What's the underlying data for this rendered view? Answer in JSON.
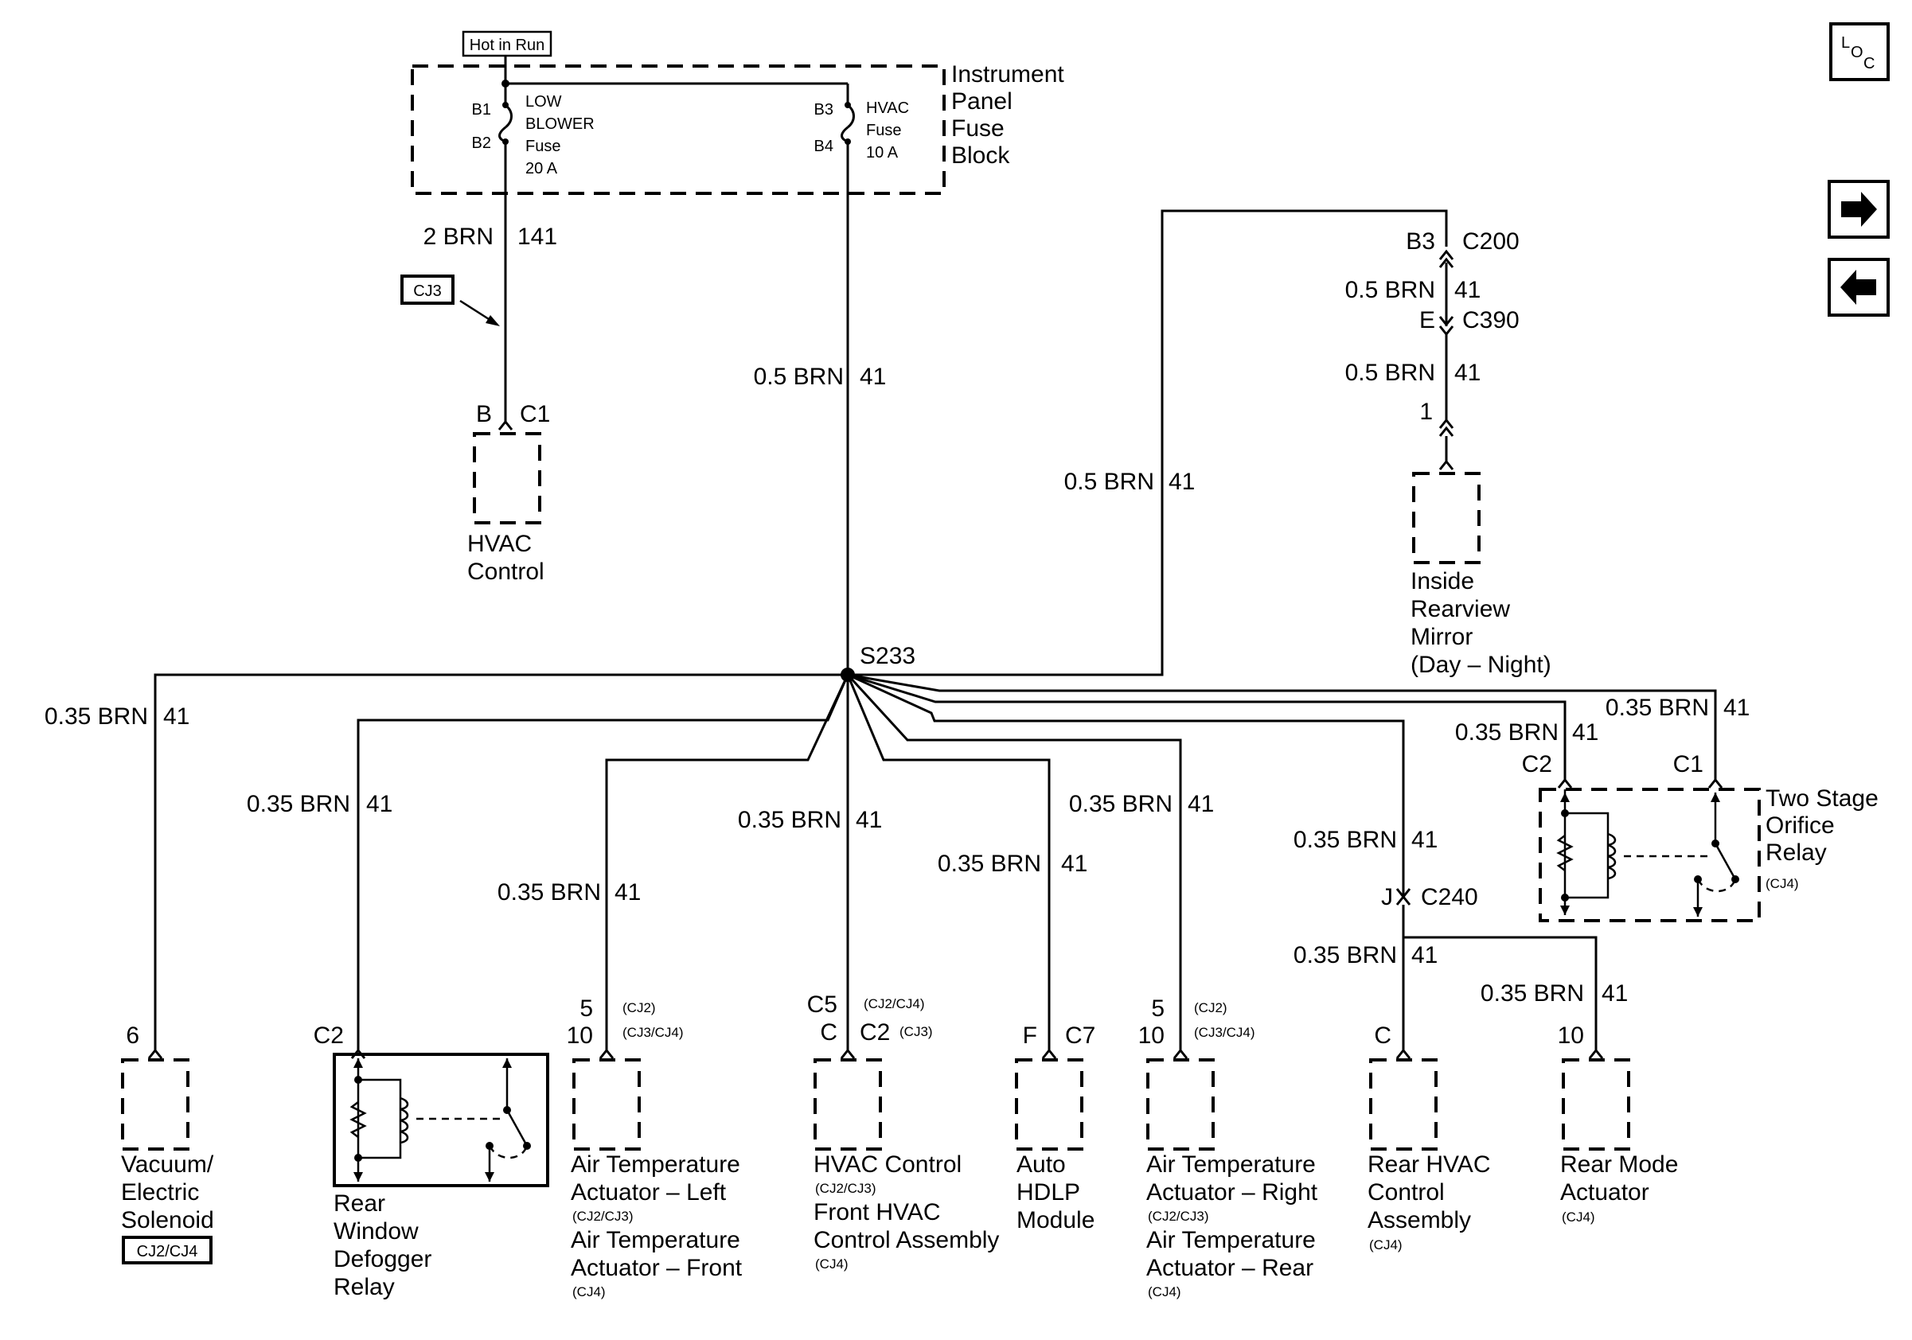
{
  "supply": {
    "hot_in_run": "Hot in Run",
    "fuse_block": [
      "Instrument",
      "Panel",
      "Fuse",
      "Block"
    ],
    "fuse_low_blower": {
      "pin_in": "B1",
      "pin_out": "B2",
      "name": [
        "LOW",
        "BLOWER",
        "Fuse",
        "20 A"
      ]
    },
    "fuse_hvac": {
      "pin_in": "B3",
      "pin_out": "B4",
      "name": [
        "HVAC",
        "Fuse",
        "10 A"
      ]
    }
  },
  "wires": {
    "w_2brn": [
      "2 BRN",
      "141"
    ],
    "w_main": [
      "0.5 BRN",
      "41"
    ],
    "w_mirror_feed": [
      "0.5 BRN",
      "41"
    ],
    "w_c200_c390": [
      "0.5 BRN",
      "41"
    ],
    "w_c390_mirror": [
      "0.5 BRN",
      "41"
    ],
    "w_vacuum": [
      "0.35 BRN",
      "41"
    ],
    "w_defog": [
      "0.35 BRN",
      "41"
    ],
    "w_airtemp_left": [
      "0.35 BRN",
      "41"
    ],
    "w_hvac_ctrl": [
      "0.35 BRN",
      "41"
    ],
    "w_hdlp": [
      "0.35 BRN",
      "41"
    ],
    "w_airtemp_right": [
      "0.35 BRN",
      "41"
    ],
    "w_rear_hvac_feed": [
      "0.35 BRN",
      "41"
    ],
    "w_orifice_c2": [
      "0.35 BRN",
      "41"
    ],
    "w_orifice_c1": [
      "0.35 BRN",
      "41"
    ],
    "w_rear_hvac": [
      "0.35 BRN",
      "41"
    ],
    "w_rear_mode": [
      "0.35 BRN",
      "41"
    ]
  },
  "splice": "S233",
  "connectors": {
    "c200": {
      "pin": "B3",
      "name": "C200"
    },
    "c390": {
      "pin": "E",
      "name": "C390"
    },
    "c240": {
      "pin": "J",
      "name": "C240"
    },
    "mirror_pin": "1"
  },
  "callout": "CJ3",
  "components": {
    "hvac_control_top": {
      "pin": "B",
      "conn": "C1",
      "name": [
        "HVAC",
        "Control"
      ]
    },
    "mirror": {
      "name": [
        "Inside",
        "Rearview",
        "Mirror",
        "(Day – Night)"
      ]
    },
    "orifice_relay": {
      "conn_left": "C2",
      "conn_right": "C1",
      "name": [
        "Two Stage",
        "Orifice",
        "Relay"
      ],
      "note": "(CJ4)"
    },
    "vacuum": {
      "pin": "6",
      "name": [
        "Vacuum/",
        "Electric",
        "Solenoid"
      ],
      "note": "CJ2/CJ4"
    },
    "defog_relay": {
      "conn": "C2",
      "name": [
        "Rear",
        "Window",
        "Defogger",
        "Relay"
      ]
    },
    "airtemp_left": {
      "pin1": "5",
      "note1": "(CJ2)",
      "pin2": "10",
      "note2": "(CJ3/CJ4)",
      "name1": [
        "Air Temperature",
        "Actuator – Left"
      ],
      "sub1": "(CJ2/CJ3)",
      "name2": [
        "Air Temperature",
        "Actuator – Front"
      ],
      "sub2": "(CJ4)"
    },
    "hvac_control_front": {
      "pin1": "C5",
      "note1": "(CJ2/CJ4)",
      "pin2": "C",
      "conn2": "C2",
      "note2": "(CJ3)",
      "name1": [
        "HVAC Control"
      ],
      "sub1": "(CJ2/CJ3)",
      "name2": [
        "Front HVAC",
        "Control Assembly"
      ],
      "sub2": "(CJ4)"
    },
    "auto_hdlp": {
      "pin": "F",
      "conn": "C7",
      "name": [
        "Auto",
        "HDLP",
        "Module"
      ]
    },
    "airtemp_right": {
      "pin1": "5",
      "note1": "(CJ2)",
      "pin2": "10",
      "note2": "(CJ3/CJ4)",
      "name1": [
        "Air Temperature",
        "Actuator – Right"
      ],
      "sub1": "(CJ2/CJ3)",
      "name2": [
        "Air Temperature",
        "Actuator – Rear"
      ],
      "sub2": "(CJ4)"
    },
    "rear_hvac": {
      "pin": "C",
      "name": [
        "Rear HVAC",
        "Control",
        "Assembly"
      ],
      "note": "(CJ4)"
    },
    "rear_mode": {
      "pin": "10",
      "name": [
        "Rear Mode",
        "Actuator"
      ],
      "note": "(CJ4)"
    }
  },
  "nav": {
    "loc": {
      "l": "L",
      "o": "O",
      "c": "C"
    },
    "next_icon": "right-arrow-icon",
    "prev_icon": "left-arrow-icon"
  }
}
